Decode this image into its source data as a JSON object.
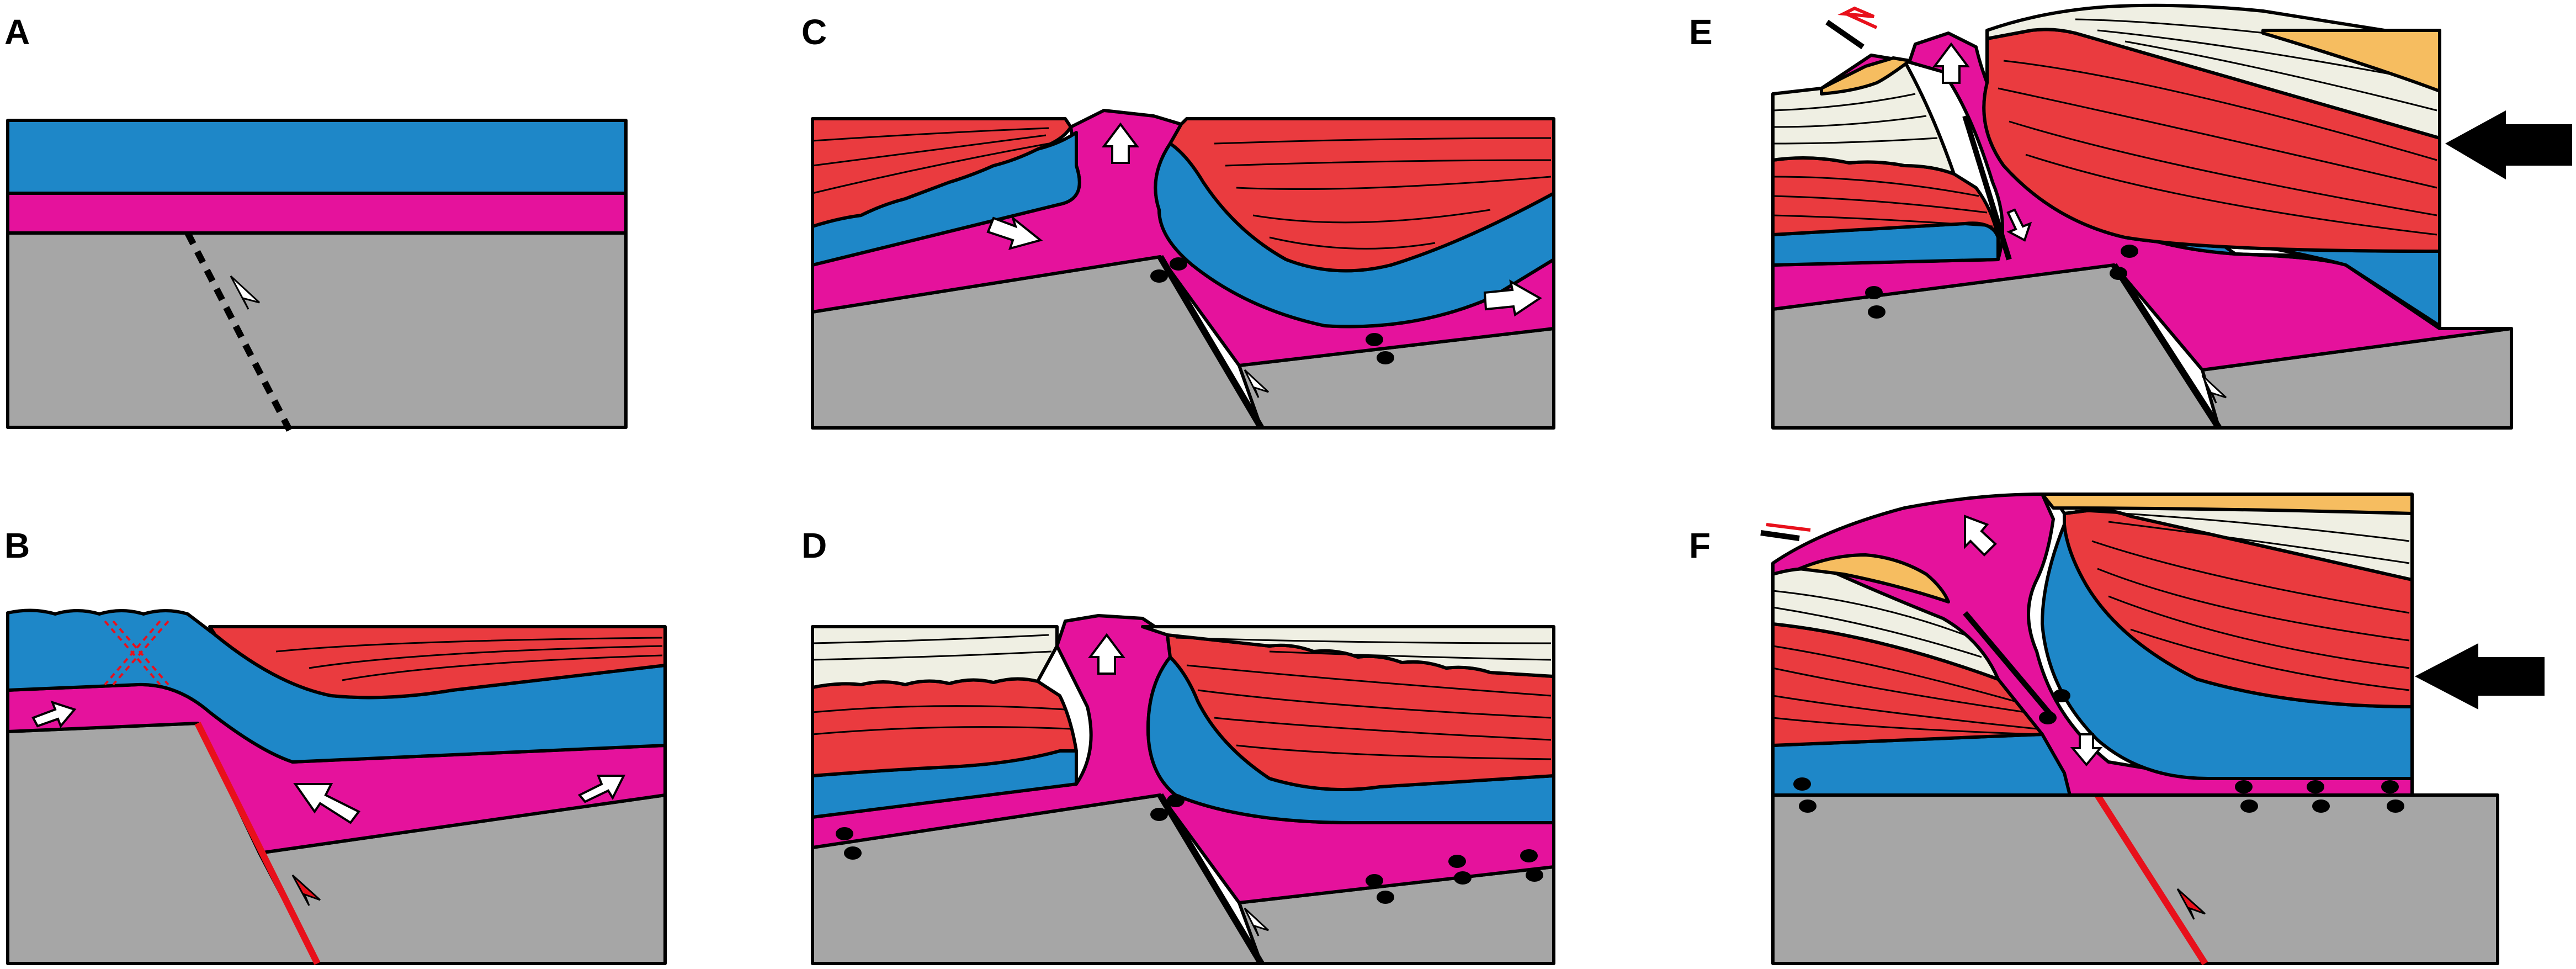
{
  "panels": [
    {
      "id": "A",
      "label": "A"
    },
    {
      "id": "B",
      "label": "B"
    },
    {
      "id": "C",
      "label": "C"
    },
    {
      "id": "D",
      "label": "D"
    },
    {
      "id": "E",
      "label": "E"
    },
    {
      "id": "F",
      "label": "F"
    }
  ],
  "colors": {
    "basement": "#a6a6a6",
    "salt": "#e5129c",
    "blue_layer": "#1e87c8",
    "red_layer": "#ea3b3f",
    "cream_layer": "#efefe3",
    "orange_layer": "#f6bd60",
    "active_fault": "#e8101b",
    "outline": "#000000",
    "arrow_fill": "#ffffff",
    "compression_arrow": "#000000"
  },
  "icons": {
    "salt_flow_arrow": "white-block-arrow-icon",
    "compression": "black-block-arrow-icon",
    "fault_sense": "half-arrow-icon",
    "weld": "black-dot-icon"
  }
}
